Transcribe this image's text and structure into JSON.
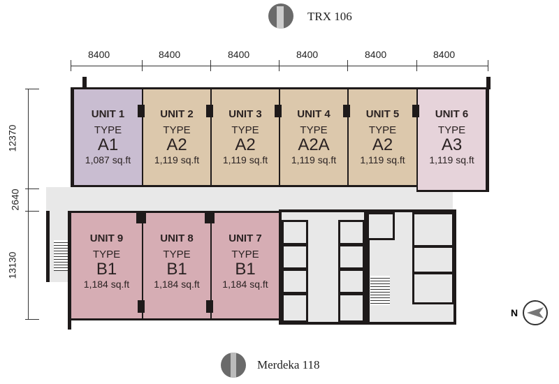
{
  "landmarks": {
    "top": "TRX 106",
    "bottom": "Merdeka 118"
  },
  "dimensions": {
    "columns": [
      "8400",
      "8400",
      "8400",
      "8400",
      "8400",
      "8400"
    ],
    "rows": [
      "12370",
      "2640",
      "13130"
    ]
  },
  "units": [
    {
      "name": "UNIT 1",
      "type_label": "TYPE",
      "type": "A1",
      "area": "1,087 sq.ft",
      "color": "#c9bdd1"
    },
    {
      "name": "UNIT 2",
      "type_label": "TYPE",
      "type": "A2",
      "area": "1,119 sq.ft",
      "color": "#dcc8ac"
    },
    {
      "name": "UNIT 3",
      "type_label": "TYPE",
      "type": "A2",
      "area": "1,119 sq.ft",
      "color": "#dcc8ac"
    },
    {
      "name": "UNIT 4",
      "type_label": "TYPE",
      "type": "A2A",
      "area": "1,119 sq.ft",
      "color": "#dcc8ac"
    },
    {
      "name": "UNIT 5",
      "type_label": "TYPE",
      "type": "A2",
      "area": "1,119 sq.ft",
      "color": "#dcc8ac"
    },
    {
      "name": "UNIT 6",
      "type_label": "TYPE",
      "type": "A3",
      "area": "1,119 sq.ft",
      "color": "#e6d3da"
    },
    {
      "name": "UNIT 7",
      "type_label": "TYPE",
      "type": "B1",
      "area": "1,184 sq.ft",
      "color": "#d6adb4"
    },
    {
      "name": "UNIT 8",
      "type_label": "TYPE",
      "type": "B1",
      "area": "1,184 sq.ft",
      "color": "#d6adb4"
    },
    {
      "name": "UNIT 9",
      "type_label": "TYPE",
      "type": "B1",
      "area": "1,184 sq.ft",
      "color": "#d6adb4"
    }
  ],
  "compass": {
    "label": "N"
  }
}
